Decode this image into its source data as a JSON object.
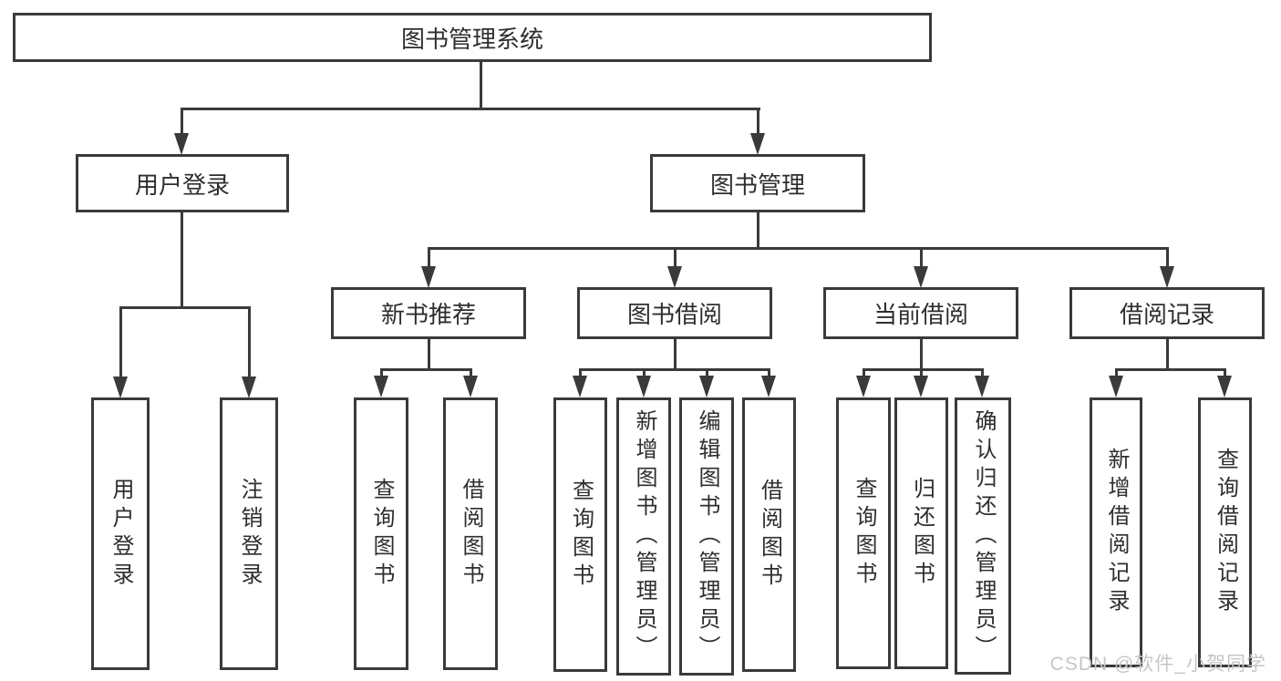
{
  "diagram": {
    "root": {
      "label": "图书管理系统"
    },
    "branches": [
      {
        "label": "用户登录",
        "leaves": [
          {
            "label": "用户登录"
          },
          {
            "label": "注销登录"
          }
        ]
      },
      {
        "label": "图书管理",
        "children": [
          {
            "label": "新书推荐",
            "leaves": [
              {
                "label": "查询图书"
              },
              {
                "label": "借阅图书"
              }
            ]
          },
          {
            "label": "图书借阅",
            "leaves": [
              {
                "label": "查询图书"
              },
              {
                "label": "新增图书（管理员）"
              },
              {
                "label": "编辑图书（管理员）"
              },
              {
                "label": "借阅图书"
              }
            ]
          },
          {
            "label": "当前借阅",
            "leaves": [
              {
                "label": "查询图书"
              },
              {
                "label": "归还图书"
              },
              {
                "label": "确认归还（管理员）"
              }
            ]
          },
          {
            "label": "借阅记录",
            "leaves": [
              {
                "label": "新增借阅记录"
              },
              {
                "label": "查询借阅记录"
              }
            ]
          }
        ]
      }
    ]
  },
  "watermark": {
    "label": "CSDN @软件_小贺同学"
  },
  "colors": {
    "line": "#3a3a3a",
    "text": "#2e2e2e",
    "watermark": "#c6c6c6",
    "box_fill": "#ffffff",
    "background": "#ffffff"
  }
}
